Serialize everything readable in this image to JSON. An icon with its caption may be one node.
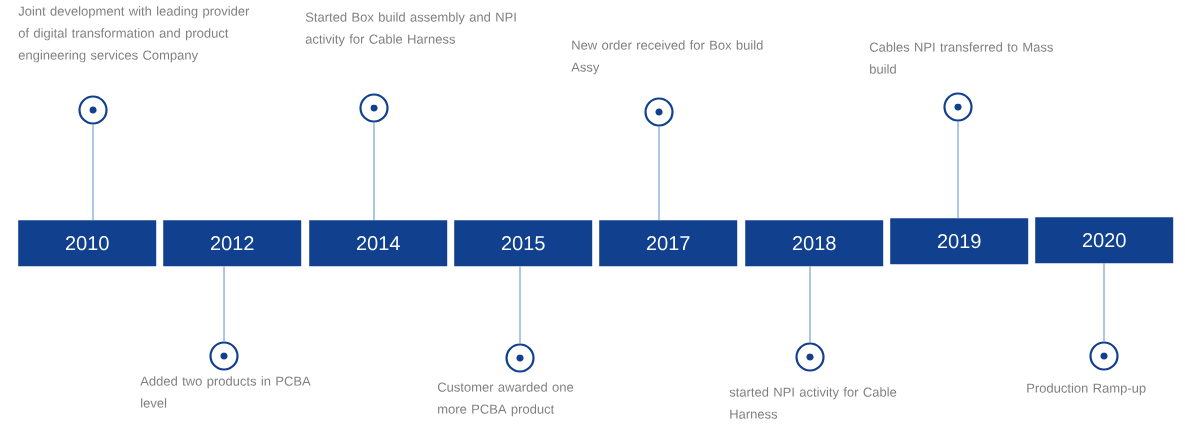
{
  "diagram": {
    "nodes": [
      {
        "text": [
          "2010"
        ]
      },
      {
        "text": [
          "2012"
        ]
      },
      {
        "text": [
          "2014"
        ]
      },
      {
        "text": [
          "2015"
        ]
      },
      {
        "text": [
          "2017"
        ]
      },
      {
        "text": [
          "2018"
        ]
      },
      {
        "text": [
          "2019"
        ]
      },
      {
        "text": [
          "2020"
        ]
      },
      {
        "text": [],
        "shape": "circle",
        "beside": [
          "Joint development with leading provider of digital transformation and product engineering services Company"
        ]
      },
      {
        "text": [],
        "shape": "circle",
        "beside": [
          "Added two products in PCBA level"
        ]
      },
      {
        "text": [],
        "shape": "circle",
        "beside": [
          "Started Box build assembly and NPI activity for Cable Harness"
        ]
      },
      {
        "text": [],
        "shape": "circle",
        "beside": [
          "Customer awarded one more PCBA product"
        ]
      },
      {
        "text": [],
        "shape": "circle",
        "beside": [
          "New order received for Box build Assy"
        ]
      },
      {
        "text": [],
        "shape": "circle",
        "beside": [
          "started NPI activity for Cable Harness"
        ]
      },
      {
        "text": [],
        "shape": "circle",
        "beside": [
          "Cables NPI transferred to Mass build"
        ]
      },
      {
        "text": [],
        "shape": "circle",
        "beside": [
          "Production Ramp-up"
        ]
      }
    ],
    "edges": [
      {
        "from": 8,
        "to": 0,
        "arrow": "none"
      },
      {
        "from": 9,
        "to": 1,
        "arrow": "none"
      },
      {
        "from": 10,
        "to": 2,
        "arrow": "none"
      },
      {
        "from": 11,
        "to": 3,
        "arrow": "none"
      },
      {
        "from": 12,
        "to": 4,
        "arrow": "none"
      },
      {
        "from": 13,
        "to": 5,
        "arrow": "none"
      },
      {
        "from": 14,
        "to": 6,
        "arrow": "none"
      },
      {
        "from": 15,
        "to": 7,
        "arrow": "none"
      }
    ]
  }
}
